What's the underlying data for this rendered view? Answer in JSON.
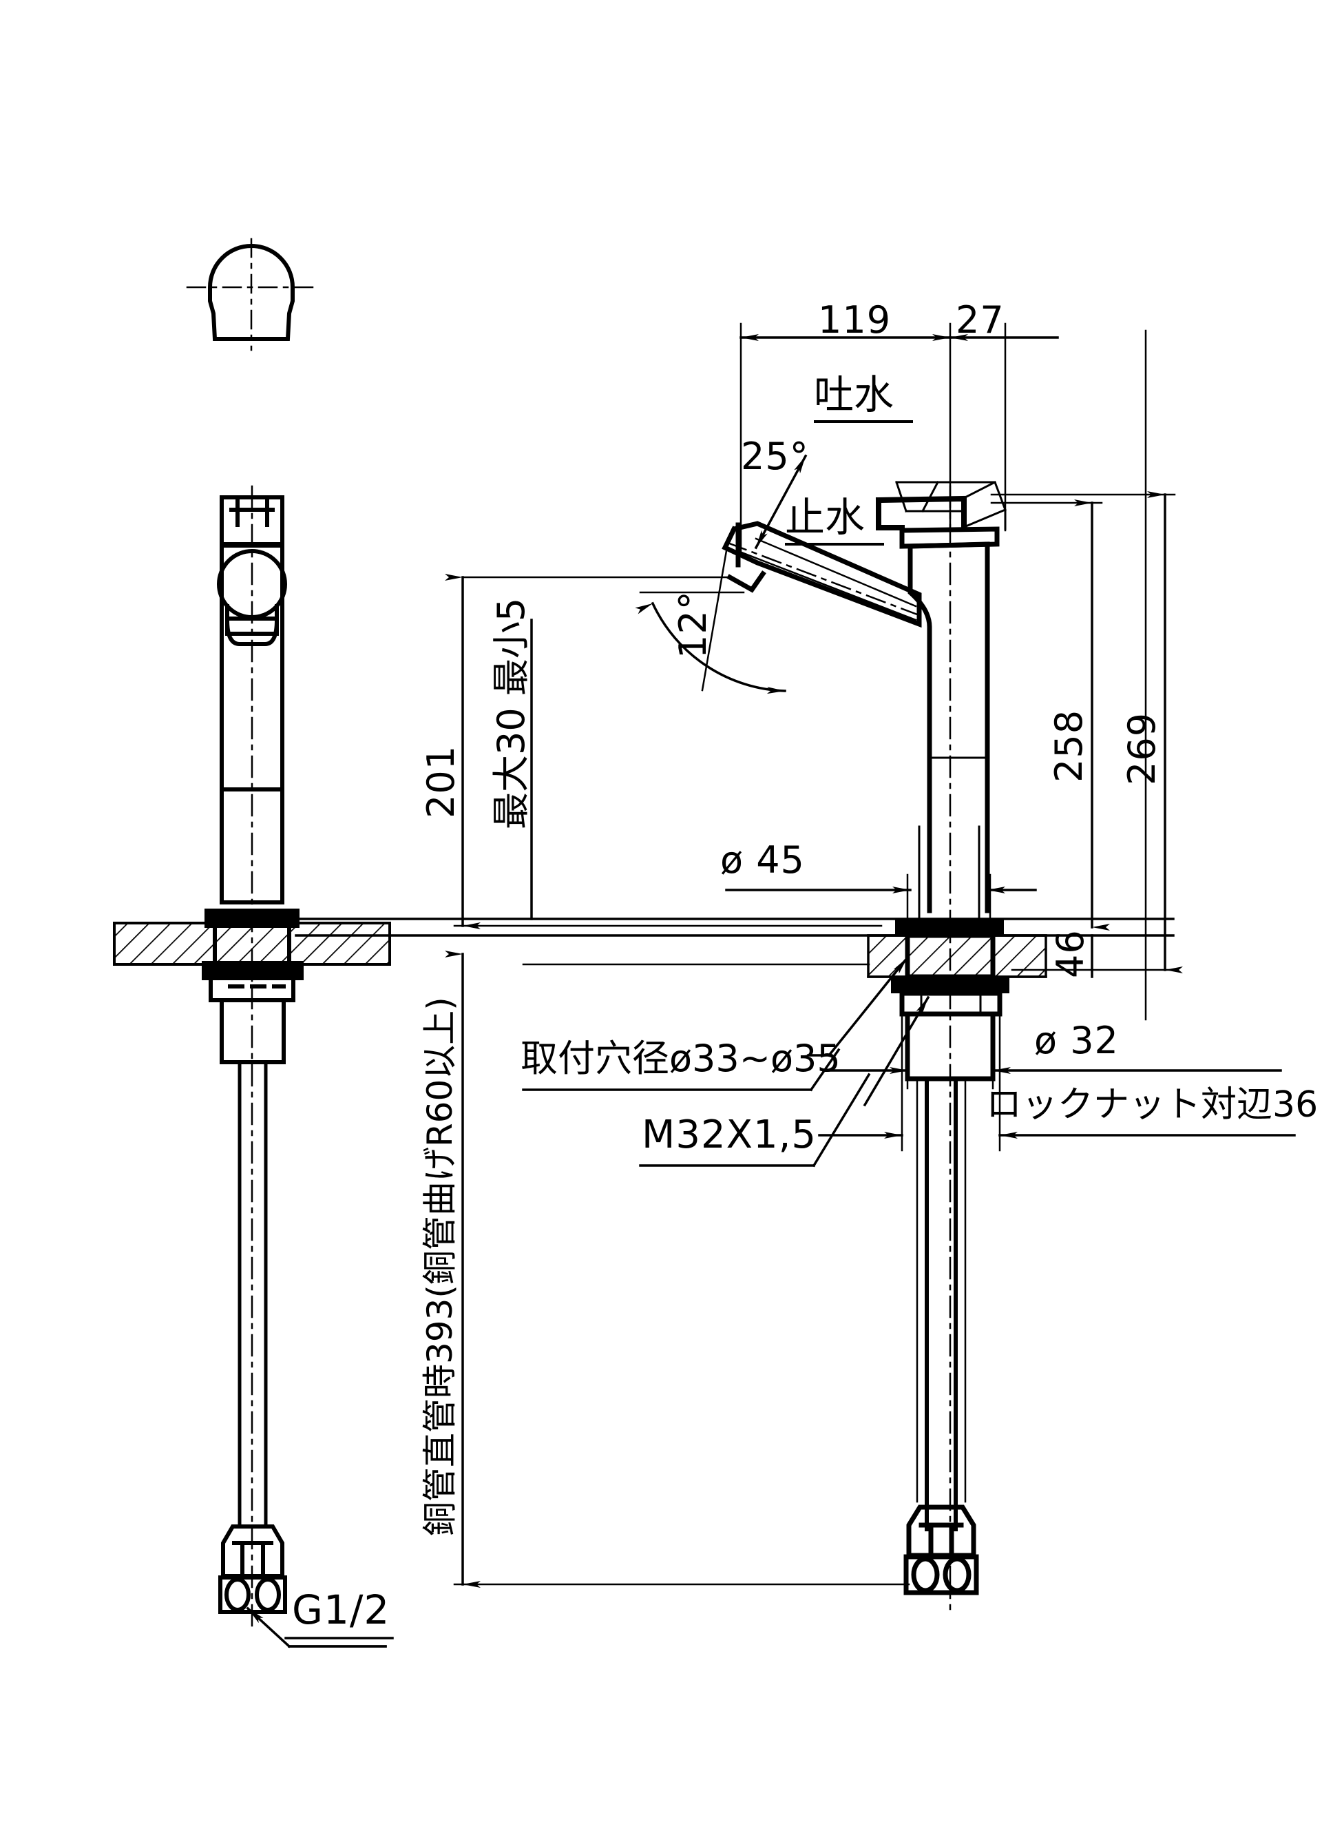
{
  "drawing": {
    "type": "mechanical-engineering-drawing",
    "subject": "single-lever tall vessel faucet",
    "units": "mm",
    "line_color": "#000000",
    "background_color": "#ffffff"
  },
  "views": {
    "top_view": {
      "name": "handle top view"
    },
    "front_view": {
      "name": "front elevation with copper supply tube"
    },
    "side_view": {
      "name": "side elevation with spout and lever"
    }
  },
  "dimensions": {
    "horiz_spout_reach": "119",
    "horiz_body_offset": "27",
    "vert_spout_height": "201",
    "vert_lever_clear": "258",
    "vert_overall_height": "269",
    "vert_deck_thickness": "46",
    "dia_body": "ø 45",
    "dia_shank": "ø 32"
  },
  "angles": {
    "lever_up": "25°",
    "lever_swing": "12°"
  },
  "annotations": {
    "spout_open": "吐水",
    "spout_closed": "止水",
    "deck_range": "最大30 最小5",
    "copper_tube": "銅管直管時393(銅管曲げR60以上)",
    "mounting_hole": "取付穴径ø33~ø35",
    "thread": "M32X1,5",
    "locknut": "ロックナット対辺36",
    "inlet_thread": "G1/2"
  }
}
